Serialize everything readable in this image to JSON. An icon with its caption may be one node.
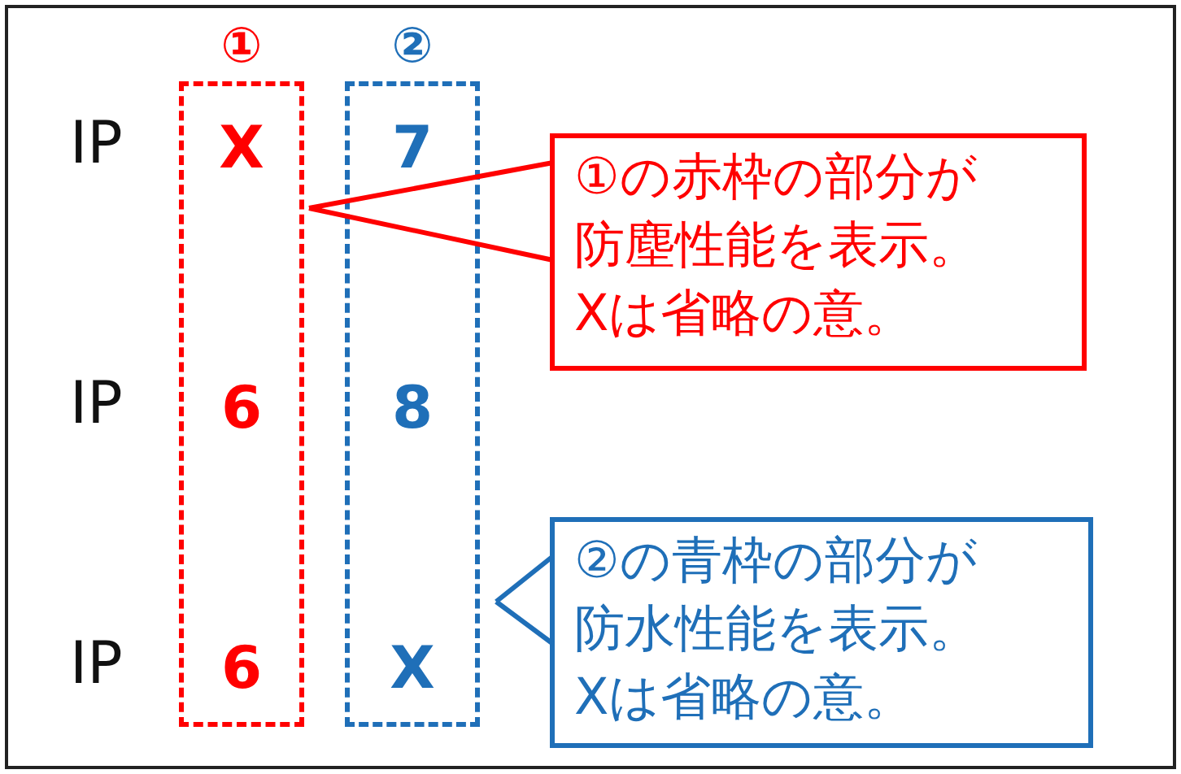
{
  "diagram": {
    "nodes": [
      {
        "text": [
          "①"
        ]
      },
      {
        "text": [
          "X"
        ],
        "in": 0
      },
      {
        "text": [
          "6"
        ],
        "in": 0
      },
      {
        "text": [
          "6"
        ],
        "in": 0
      },
      {
        "text": [
          "②"
        ]
      },
      {
        "text": [
          "7"
        ],
        "in": 4
      },
      {
        "text": [
          "8"
        ],
        "in": 4
      },
      {
        "text": [
          "X"
        ],
        "in": 4
      },
      {
        "text": [
          "①の赤枠の部分が防塵性能を表示。Xは省略の意。"
        ]
      },
      {
        "text": [
          "②の青枠の部分が防水性能を表示。Xは省略の意。"
        ]
      }
    ],
    "edges": [
      {
        "from": 8,
        "to": 0,
        "arrow": "none",
        "color": "#ff0000"
      },
      {
        "from": 9,
        "to": 4,
        "arrow": "none",
        "color": "#1f6fb8"
      }
    ],
    "labels": [
      "IP",
      "IP",
      "IP"
    ]
  }
}
